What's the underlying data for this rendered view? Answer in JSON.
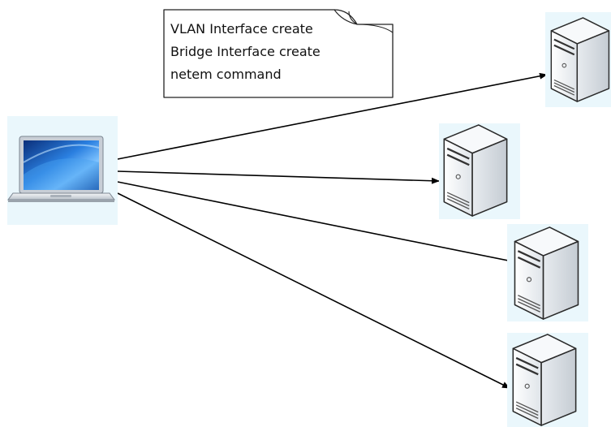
{
  "note": {
    "lines": [
      "VLAN Interface create",
      "Bridge Interface create",
      "netem command"
    ]
  },
  "nodes": {
    "client": {
      "icon": "laptop-icon"
    },
    "servers": [
      {
        "icon": "server-icon"
      },
      {
        "icon": "server-icon"
      },
      {
        "icon": "server-icon"
      },
      {
        "icon": "server-icon"
      }
    ]
  },
  "connections": [
    {
      "from": "client",
      "to": "server-1"
    },
    {
      "from": "client",
      "to": "server-2"
    },
    {
      "from": "client",
      "to": "server-3"
    },
    {
      "from": "client",
      "to": "server-4"
    }
  ],
  "colors": {
    "icon_background": "#eaf7fc",
    "arrow": "#000000",
    "screen": "#1a5cb8",
    "server_body": "#eef1f4"
  }
}
